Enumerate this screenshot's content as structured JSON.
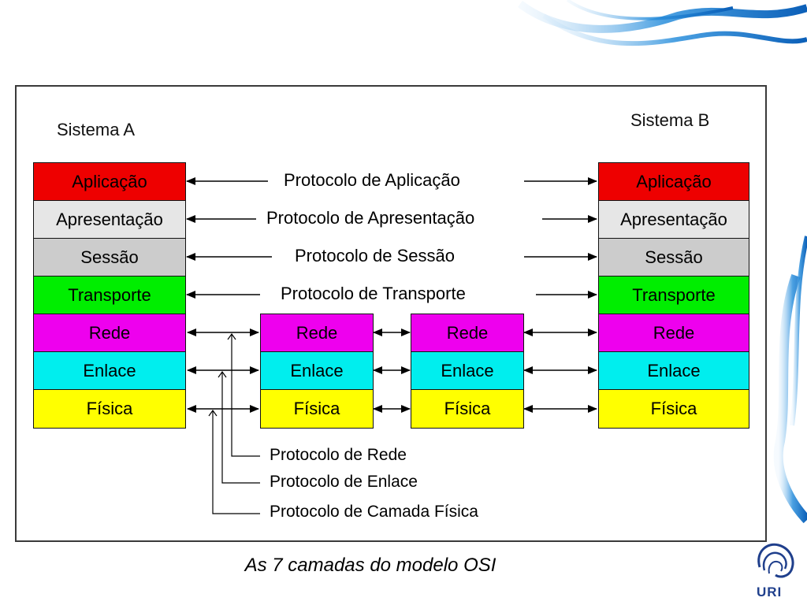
{
  "system_a": {
    "title": "Sistema A"
  },
  "system_b": {
    "title": "Sistema B"
  },
  "layers": [
    {
      "label": "Aplicação",
      "color": "#ee0000"
    },
    {
      "label": "Apresentação",
      "color": "#e6e6e6"
    },
    {
      "label": "Sessão",
      "color": "#cccccc"
    },
    {
      "label": "Transporte",
      "color": "#00ee00"
    },
    {
      "label": "Rede",
      "color": "#ee00ee"
    },
    {
      "label": "Enlace",
      "color": "#00eeee"
    },
    {
      "label": "Física",
      "color": "#ffff00"
    }
  ],
  "protocols": [
    "Protocolo de Aplicação",
    "Protocolo de Apresentação",
    "Protocolo de Sessão",
    "Protocolo de Transporte"
  ],
  "legend": [
    "Protocolo de Rede",
    "Protocolo de Enlace",
    "Protocolo de Camada Física"
  ],
  "caption": "As 7 camadas do modelo OSI",
  "logo": {
    "text": "URI"
  }
}
